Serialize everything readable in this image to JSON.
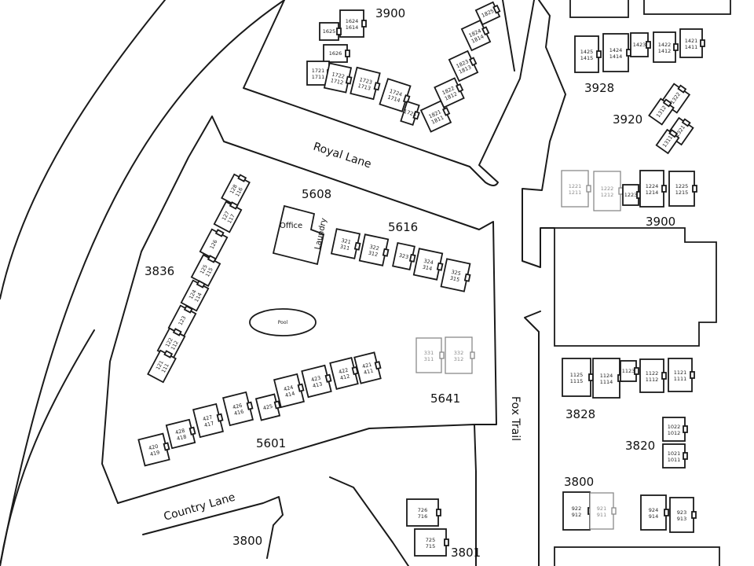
{
  "streets": {
    "royal_lane": "Royal Lane",
    "country_lane": "Country Lane",
    "fox_trail": "Fox Trail"
  },
  "building_numbers": {
    "b3900_top": "3900",
    "b3928": "3928",
    "b3920": "3920",
    "b3900_right": "3900",
    "b5608": "5608",
    "b5616": "5616",
    "b3836": "3836",
    "b3828": "3828",
    "b3820": "3820",
    "b3800_right": "3800",
    "b5641": "5641",
    "b5601": "5601",
    "b3800_bottom": "3800",
    "b3801": "3801"
  },
  "labels": {
    "office": "Office",
    "pool": "Pool",
    "laundry": "Laundry"
  },
  "units": {
    "u128": [
      "128",
      "116"
    ],
    "u127": [
      "127",
      "117"
    ],
    "u126": [
      "126"
    ],
    "u125": [
      "125",
      "115"
    ],
    "u124": [
      "124",
      "114"
    ],
    "u123": [
      "123"
    ],
    "u122": [
      "122",
      "112"
    ],
    "u121": [
      "121",
      "111"
    ],
    "u321": [
      "321",
      "311"
    ],
    "u322": [
      "322",
      "312"
    ],
    "u323": [
      "323"
    ],
    "u324": [
      "324",
      "314"
    ],
    "u325": [
      "325",
      "315"
    ],
    "u420": [
      "420",
      "419"
    ],
    "u428": [
      "428",
      "418"
    ],
    "u427": [
      "427",
      "417"
    ],
    "u426": [
      "426",
      "416"
    ],
    "u425": [
      "425"
    ],
    "u424": [
      "424",
      "414"
    ],
    "u423": [
      "423",
      "413"
    ],
    "u422": [
      "422",
      "412"
    ],
    "u421": [
      "421",
      "411"
    ],
    "u1624": [
      "1624",
      "1614"
    ],
    "u1625": [
      "1625"
    ],
    "u1626": [
      "1626"
    ],
    "u1721": [
      "1721",
      "1711"
    ],
    "u1722": [
      "1722",
      "1712"
    ],
    "u1723": [
      "1723",
      "1713"
    ],
    "u1724": [
      "1724",
      "1714"
    ],
    "u1725": [
      "1725"
    ],
    "u1821": [
      "1821",
      "1811"
    ],
    "u1822": [
      "1822",
      "1812"
    ],
    "u1823": [
      "1823",
      "1813"
    ],
    "u1824": [
      "1824",
      "1814"
    ],
    "u1825": [
      "1825"
    ],
    "u1425": [
      "1425",
      "1415"
    ],
    "u1424": [
      "1424",
      "1414"
    ],
    "u1423": [
      "1423"
    ],
    "u1422": [
      "1422",
      "1412"
    ],
    "u1421": [
      "1421",
      "1411"
    ],
    "u1322": [
      "1322"
    ],
    "u1312": [
      "1312"
    ],
    "u1321": [
      "1321"
    ],
    "u1311": [
      "1311"
    ],
    "u1221": [
      "1221",
      "1211"
    ],
    "u1222": [
      "1222",
      "1212"
    ],
    "u1223": [
      "1223"
    ],
    "u1224": [
      "1224",
      "1214"
    ],
    "u1225": [
      "1225",
      "1215"
    ],
    "u1125": [
      "1125",
      "1115"
    ],
    "u1124": [
      "1124",
      "1114"
    ],
    "u1123": [
      "1123"
    ],
    "u1122": [
      "1122",
      "1112"
    ],
    "u1121": [
      "1121",
      "1111"
    ],
    "u1022": [
      "1022",
      "1012"
    ],
    "u1021": [
      "1021",
      "1011"
    ],
    "u922": [
      "922",
      "912"
    ],
    "u921": [
      "921",
      "911"
    ],
    "u924": [
      "924",
      "914"
    ],
    "u923": [
      "923",
      "913"
    ],
    "u331": [
      "331",
      "311"
    ],
    "u332": [
      "332",
      "312"
    ],
    "u726": [
      "726",
      "716"
    ],
    "u725": [
      "725",
      "715"
    ]
  }
}
